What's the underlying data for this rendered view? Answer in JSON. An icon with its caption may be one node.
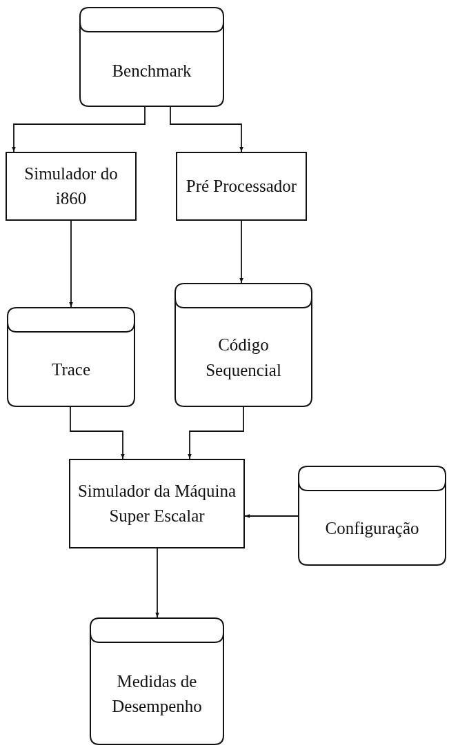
{
  "diagram": {
    "nodes": [
      {
        "text": [
          "Benchmark"
        ]
      },
      {
        "text": [
          "Simulador do i860"
        ]
      },
      {
        "text": [
          "Pré Processador"
        ]
      },
      {
        "text": [
          "Trace"
        ]
      },
      {
        "text": [
          "Código Sequencial"
        ]
      },
      {
        "text": [
          "Simulador da Máquina Super Escalar"
        ]
      },
      {
        "text": [
          "Configuração"
        ]
      },
      {
        "text": [
          "Medidas de Desempenho"
        ]
      }
    ],
    "edges": [
      {
        "from": 0,
        "to": 1,
        "arrow": "to"
      },
      {
        "from": 0,
        "to": 2,
        "arrow": "to"
      },
      {
        "from": 1,
        "to": 3,
        "arrow": "to"
      },
      {
        "from": 2,
        "to": 4,
        "arrow": "to"
      },
      {
        "from": 3,
        "to": 5,
        "arrow": "to"
      },
      {
        "from": 4,
        "to": 5,
        "arrow": "to"
      },
      {
        "from": 6,
        "to": 5,
        "arrow": "to"
      },
      {
        "from": 5,
        "to": 7,
        "arrow": "to"
      }
    ]
  }
}
